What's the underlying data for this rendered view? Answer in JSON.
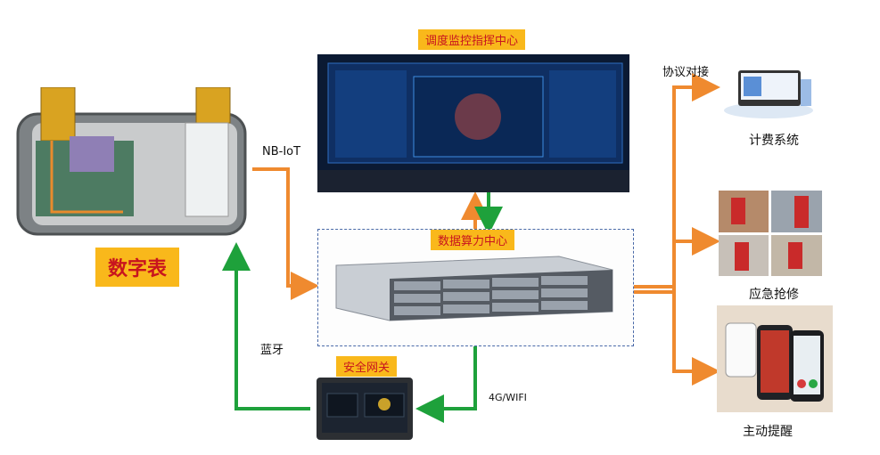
{
  "labels": {
    "control_center": "调度监控指挥中心",
    "data_center": "数据算力中心",
    "gateway": "安全网关",
    "meter": "数字表",
    "billing": "计费系统",
    "repair": "应急抢修",
    "remind": "主动提醒",
    "protocol": "协议对接",
    "nbiot": "NB-IoT",
    "bluetooth": "蓝牙",
    "wifi": "4G/WIFI"
  },
  "colors": {
    "orange_arrow": "#ef8a2f",
    "green_arrow": "#1ea13b",
    "label_bg": "#f9b81b",
    "label_text": "#c8141e"
  }
}
